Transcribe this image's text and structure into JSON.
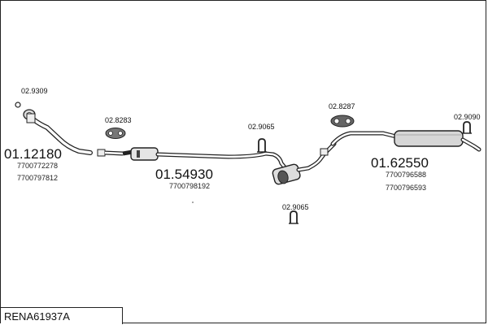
{
  "diagram": {
    "reference": "RENA61937A",
    "parts": {
      "front_pipe": {
        "number": "01.12180",
        "oem": [
          "7700772278",
          "7700797812"
        ]
      },
      "center_silencer": {
        "number": "01.54930",
        "oem": [
          "7700798192"
        ]
      },
      "rear_silencer": {
        "number": "01.62550",
        "oem": [
          "7700796588",
          "7700796593"
        ]
      }
    },
    "accessories": [
      {
        "id": "gasket",
        "number": "02.9309"
      },
      {
        "id": "mount-front",
        "number": "02.8283"
      },
      {
        "id": "clamp-center",
        "number": "02.9065"
      },
      {
        "id": "clamp-lower",
        "number": "02.9065"
      },
      {
        "id": "mount-rear",
        "number": "02.8287"
      },
      {
        "id": "tail-clamp",
        "number": "02.9090"
      }
    ]
  }
}
